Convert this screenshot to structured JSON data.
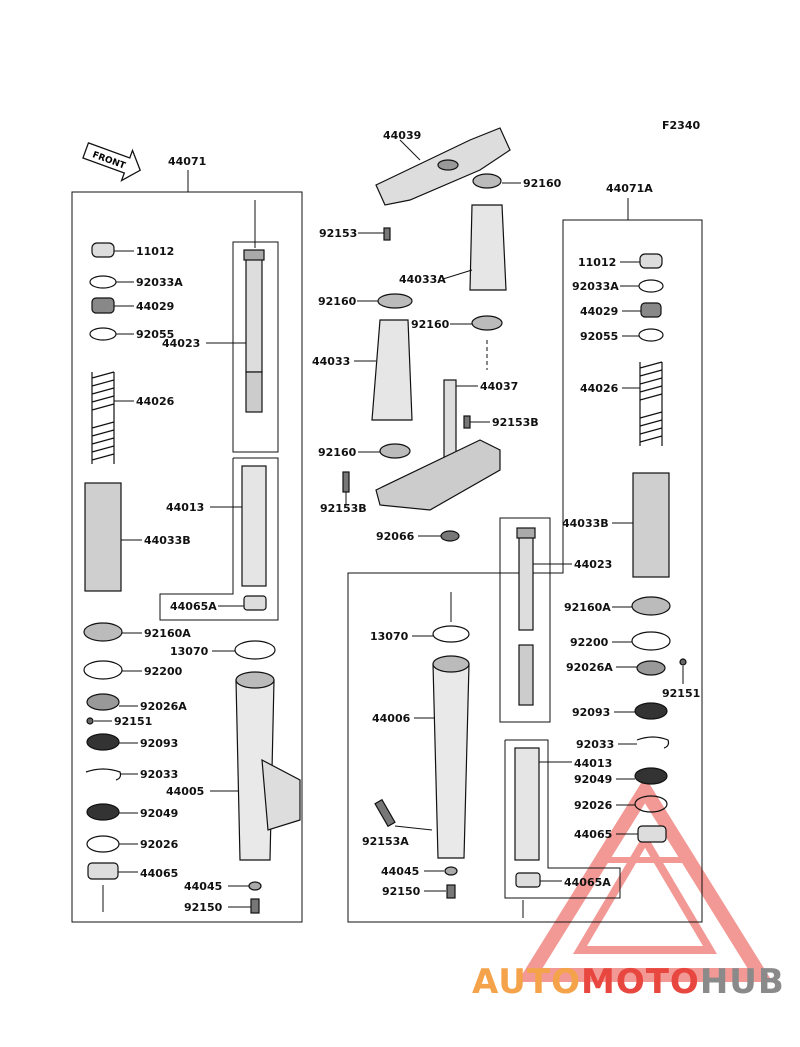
{
  "figure_id": "F2340",
  "front_label": "FRONT",
  "groups": {
    "left": "44071",
    "right": "44071A"
  },
  "labels": {
    "l11012": "11012",
    "l92033A": "92033A",
    "l44029": "44029",
    "l92055": "92055",
    "l44023": "44023",
    "l44026": "44026",
    "l44013": "44013",
    "l44033B": "44033B",
    "l44065A": "44065A",
    "l92160A": "92160A",
    "l13070": "13070",
    "l92200": "92200",
    "l92026A": "92026A",
    "l92151": "92151",
    "l92093": "92093",
    "l92033": "92033",
    "l44005": "44005",
    "l92049": "92049",
    "l92026": "92026",
    "l44065": "44065",
    "l44045": "44045",
    "l92150": "92150",
    "c44039": "44039",
    "c92160a": "92160",
    "c92153": "92153",
    "c44033A": "44033A",
    "c92160b": "92160",
    "c92160c": "92160",
    "c44033": "44033",
    "c44037": "44037",
    "c92153B1": "92153B",
    "c92160d": "92160",
    "c92153B2": "92153B",
    "c92066": "92066",
    "r11012": "11012",
    "r92033A": "92033A",
    "r44029": "44029",
    "r92055": "92055",
    "r44026": "44026",
    "r44033B": "44033B",
    "r44023": "44023",
    "r92160A": "92160A",
    "r92200": "92200",
    "r92026A": "92026A",
    "r92151": "92151",
    "r92093": "92093",
    "r92033": "92033",
    "r44013": "44013",
    "r92049": "92049",
    "r92026": "92026",
    "r44065": "44065",
    "r44065A": "44065A",
    "m13070": "13070",
    "m44006": "44006",
    "m92153A": "92153A",
    "m44045": "44045",
    "m92150": "92150"
  },
  "watermark": {
    "auto": "AUTO",
    "moto": "MOTO",
    "hub": "HUB"
  },
  "colors": {
    "watermark_triangle": "#e8473f",
    "watermark_orange": "#f5a34b",
    "watermark_gray": "#8a8a8a"
  }
}
